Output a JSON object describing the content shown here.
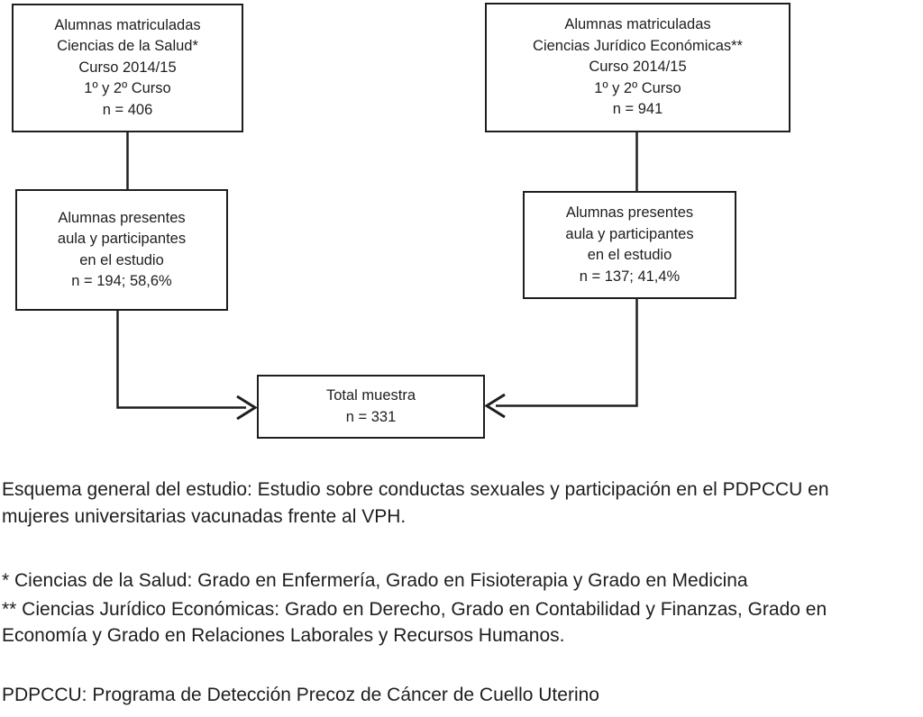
{
  "figure": {
    "type": "study-flow-diagram",
    "colors": {
      "ink": "#1e1e1e",
      "background": "#ffffff",
      "box_border": "#1e1e1e"
    },
    "boxes": {
      "salud_matriculadas": {
        "lines": [
          "Alumnas matriculadas",
          "Ciencias de la Salud*",
          "Curso 2014/15",
          "1º y 2º Curso",
          "n = 406"
        ]
      },
      "juridico_matriculadas": {
        "lines": [
          "Alumnas matriculadas",
          "Ciencias Jurídico Económicas**",
          "Curso 2014/15",
          "1º y 2º Curso",
          "n = 941"
        ]
      },
      "salud_presentes": {
        "lines": [
          "Alumnas presentes",
          "aula y participantes",
          "en el estudio",
          "n = 194; 58,6%"
        ]
      },
      "juridico_presentes": {
        "lines": [
          "Alumnas presentes",
          "aula y participantes",
          "en el estudio",
          "n = 137; 41,4%"
        ]
      },
      "total_muestra": {
        "lines": [
          "Total muestra",
          "n = 331"
        ]
      }
    },
    "caption_lines": [
      "Esquema general del estudio: Estudio sobre conductas sexuales y participación en el PDPCCU en",
      "mujeres universitarias vacunadas frente al VPH."
    ],
    "footnote_salud": "* Ciencias de la Salud: Grado en Enfermería, Grado en Fisioterapia y Grado en Medicina",
    "footnote_juridico_lines": [
      "** Ciencias Jurídico Económicas: Grado en Derecho, Grado en Contabilidad y Finanzas, Grado en",
      "Economía y Grado en Relaciones Laborales y Recursos Humanos."
    ],
    "abbreviation_note": "PDPCCU: Programa de Detección Precoz de Cáncer de Cuello Uterino"
  }
}
